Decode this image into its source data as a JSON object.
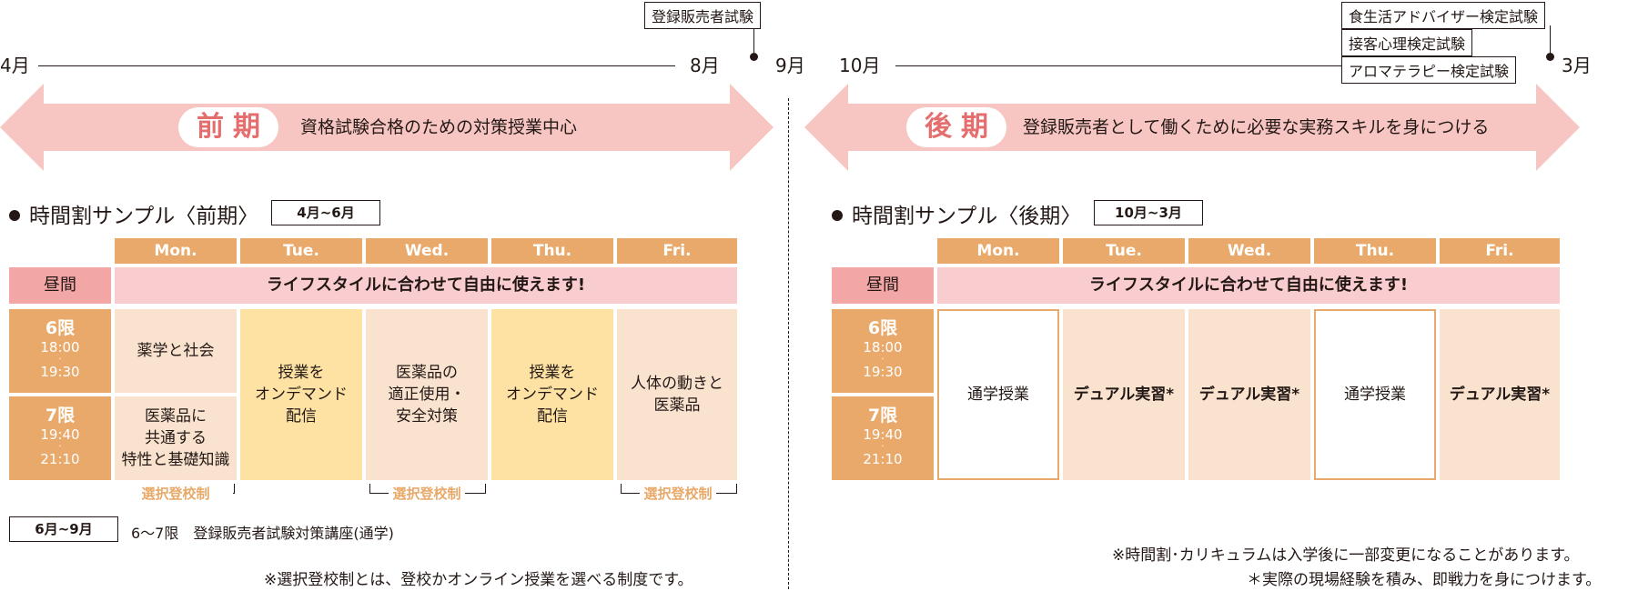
{
  "timeline": {
    "months": [
      "4月",
      "8月",
      "9月",
      "10月",
      "3月"
    ],
    "exam_box_left": "登録販売者試験",
    "exam_boxes_right": [
      "食生活アドバイザー検定試験",
      "接客心理検定試験",
      "アロマテラピー検定試験"
    ]
  },
  "first_half": {
    "term_label": "前期",
    "description": "資格試験合格のための対策授業中心"
  },
  "second_half": {
    "term_label": "後期",
    "description": "登録販売者として働くために必要な実務スキルを身につける"
  },
  "timetable_first": {
    "title": "時間割サンプル〈前期〉",
    "range": "4月~6月",
    "days": [
      "Mon.",
      "Tue.",
      "Wed.",
      "Thu.",
      "Fri."
    ],
    "noon_label": "昼間",
    "noon_text": "ライフスタイルに合わせて自由に使えます!",
    "periods": [
      {
        "name": "6限",
        "start": "18:00",
        "end": "19:30"
      },
      {
        "name": "7限",
        "start": "19:40",
        "end": "21:10"
      }
    ],
    "cells": {
      "mon_6": "薬学と社会",
      "mon_7": "医薬品に\n共通する\n特性と基礎知識",
      "tue": "授業を\nオンデマンド\n配信",
      "wed": "医薬品の\n適正使用・\n安全対策",
      "thu": "授業を\nオンデマンド\n配信",
      "fri": "人体の動きと\n医薬品"
    },
    "selection_label": "選択登校制",
    "extra_range": "6月~9月",
    "extra_text": "6〜7限　登録販売者試験対策講座(通学)",
    "footnote": "※選択登校制とは、登校かオンライン授業を選べる制度です。"
  },
  "timetable_second": {
    "title": "時間割サンプル〈後期〉",
    "range": "10月~3月",
    "days": [
      "Mon.",
      "Tue.",
      "Wed.",
      "Thu.",
      "Fri."
    ],
    "noon_label": "昼間",
    "noon_text": "ライフスタイルに合わせて自由に使えます!",
    "periods": [
      {
        "name": "6限",
        "start": "18:00",
        "end": "19:30"
      },
      {
        "name": "7限",
        "start": "19:40",
        "end": "21:10"
      }
    ],
    "cells": {
      "mon": "通学授業",
      "tue": "デュアル実習*",
      "wed": "デュアル実習*",
      "thu": "通学授業",
      "fri": "デュアル実習*"
    },
    "notes": [
      "※時間割･カリキュラムは入学後に一部変更になることがあります。",
      "＊実際の現場経験を積み、即戦力を身につけます。"
    ]
  },
  "colors": {
    "arrow": "#f7c6c3",
    "day_header": "#e9a96a",
    "noon_label": "#f3a6a6",
    "noon_row": "#f9cdd0",
    "light_cell": "#f9e3cf",
    "yellow_cell": "#fde2a3",
    "accent_text": "#e46d6d"
  }
}
